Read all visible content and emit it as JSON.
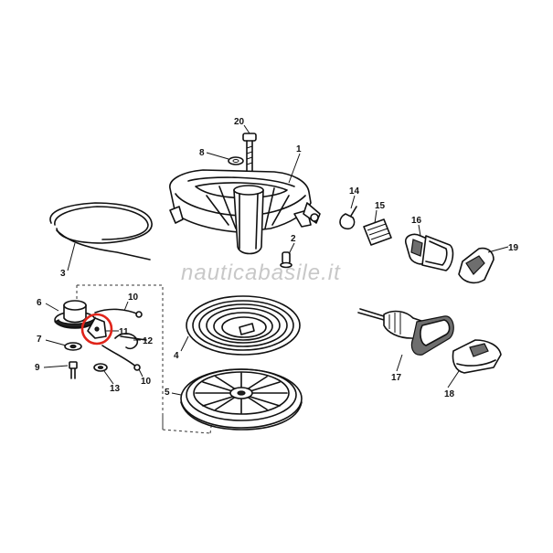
{
  "watermark": "nauticabasile.it",
  "highlight": {
    "color": "#e0241a",
    "part": "11"
  },
  "parts": [
    {
      "number": "1"
    },
    {
      "number": "2"
    },
    {
      "number": "3"
    },
    {
      "number": "4"
    },
    {
      "number": "5"
    },
    {
      "number": "6"
    },
    {
      "number": "7"
    },
    {
      "number": "8"
    },
    {
      "number": "9"
    },
    {
      "number": "10"
    },
    {
      "number": "10"
    },
    {
      "number": "11"
    },
    {
      "number": "12"
    },
    {
      "number": "13"
    },
    {
      "number": "14"
    },
    {
      "number": "15"
    },
    {
      "number": "16"
    },
    {
      "number": "17"
    },
    {
      "number": "18"
    },
    {
      "number": "19"
    },
    {
      "number": "20"
    }
  ]
}
